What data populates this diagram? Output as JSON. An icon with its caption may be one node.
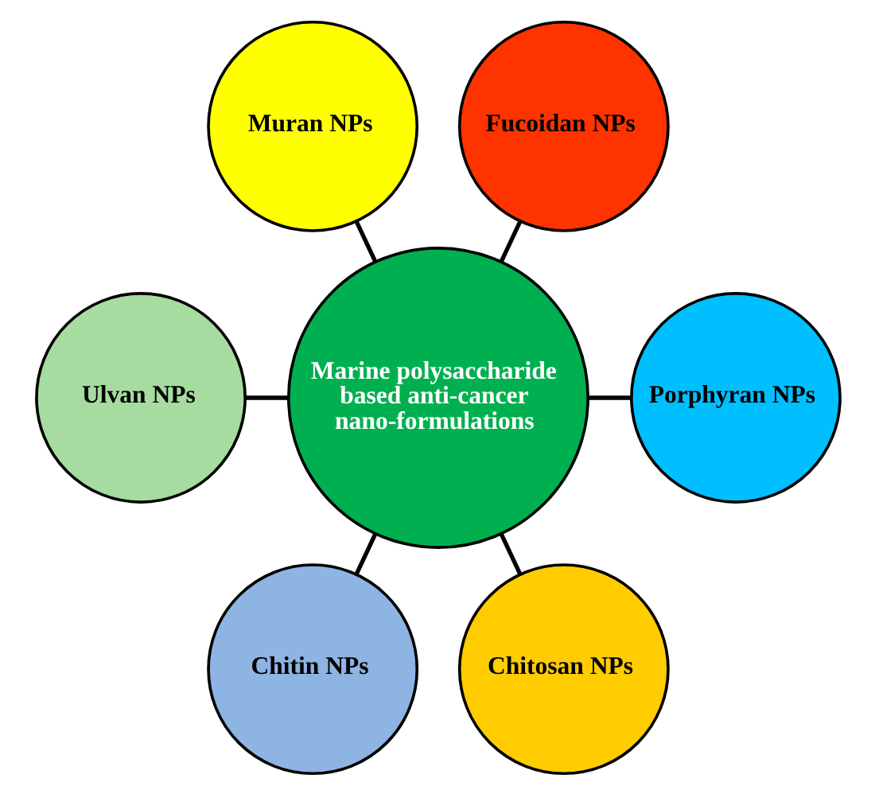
{
  "diagram": {
    "nodes": [
      {
        "text": [
          "Marine polysaccharide based anti-cancer nano-formulations"
        ]
      },
      {
        "text": [
          "Muran NPs"
        ]
      },
      {
        "text": [
          "Fucoidan NPs"
        ]
      },
      {
        "text": [
          "Ulvan NPs"
        ]
      },
      {
        "text": [
          "Porphyran NPs"
        ]
      },
      {
        "text": [
          "Chitin NPs"
        ]
      },
      {
        "text": [
          "Chitosan NPs"
        ]
      }
    ],
    "edges": [
      {
        "from": 1,
        "to": 0,
        "arrow": "none"
      },
      {
        "from": 2,
        "to": 0,
        "arrow": "none"
      },
      {
        "from": 3,
        "to": 0,
        "arrow": "none"
      },
      {
        "from": 0,
        "to": 4,
        "arrow": "none"
      },
      {
        "from": 0,
        "to": 5,
        "arrow": "none"
      },
      {
        "from": 0,
        "to": 6,
        "arrow": "none"
      }
    ]
  }
}
